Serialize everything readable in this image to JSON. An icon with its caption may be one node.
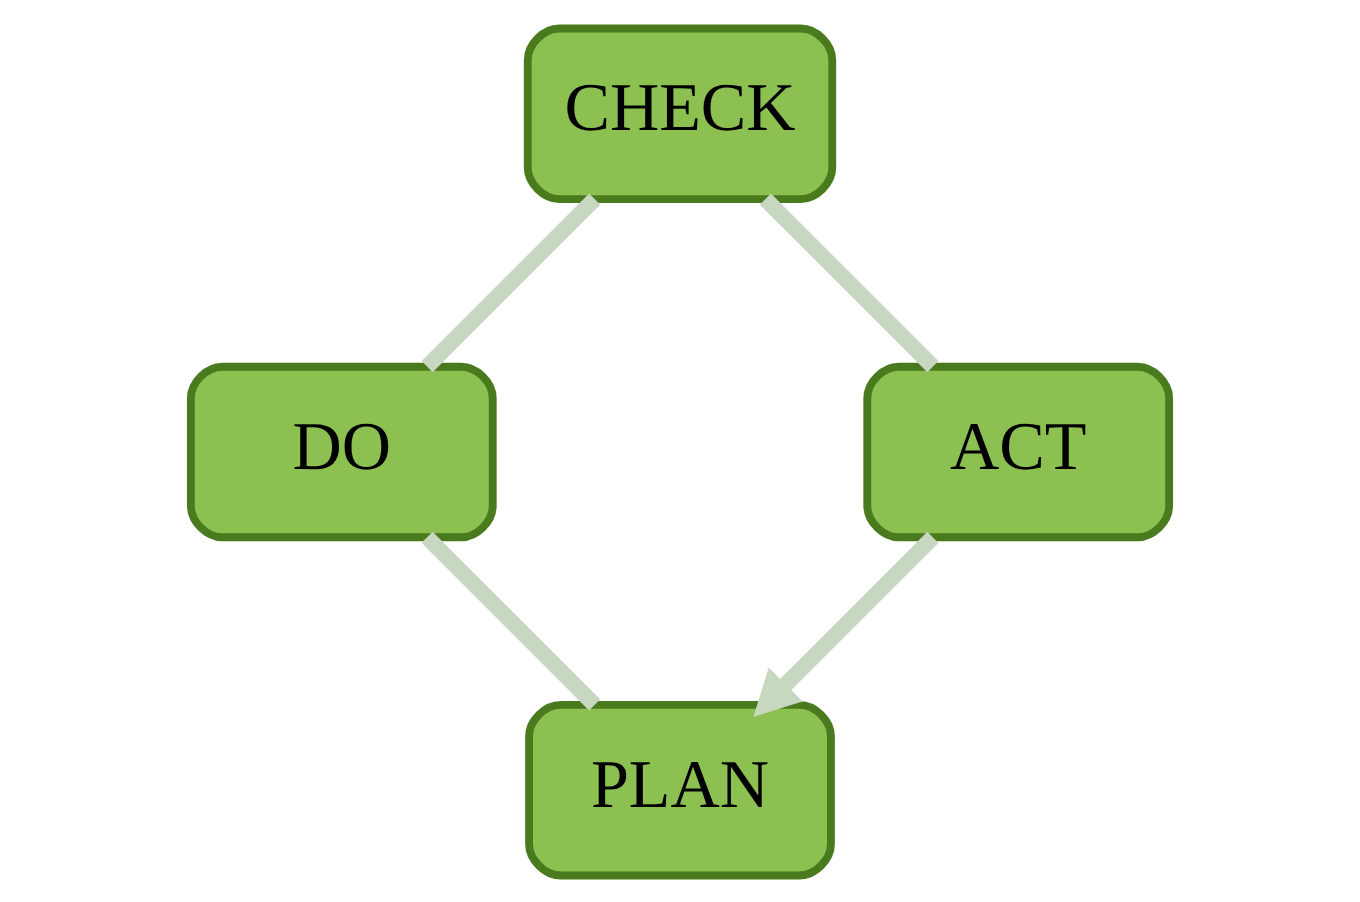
{
  "diagram": {
    "nodes": [
      {
        "text": [
          "PLAN"
        ]
      },
      {
        "text": [
          "DO"
        ]
      },
      {
        "text": [
          "CHECK"
        ]
      },
      {
        "text": [
          "ACT"
        ]
      }
    ],
    "edges": [
      {
        "from": 0,
        "to": 1,
        "arrow": "none"
      },
      {
        "from": 1,
        "to": 2,
        "arrow": "none"
      },
      {
        "from": 2,
        "to": 3,
        "arrow": "none"
      },
      {
        "from": 3,
        "to": 0,
        "arrow": "to"
      }
    ]
  }
}
